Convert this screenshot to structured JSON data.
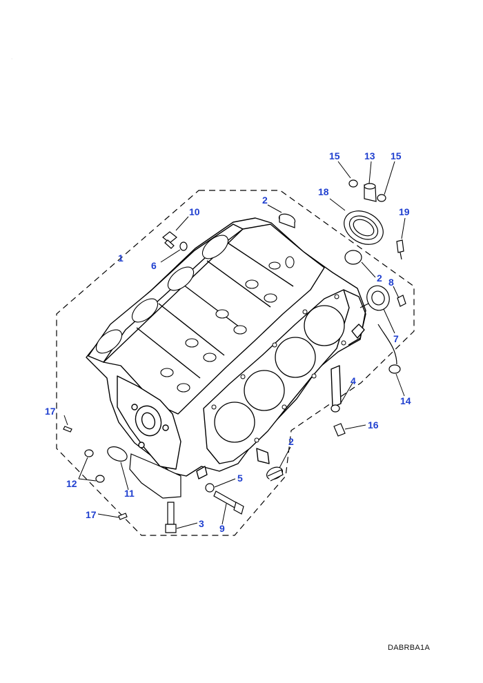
{
  "figure": {
    "reference_code": "DABRBA1A",
    "stray_mark": "·",
    "line_color": "#000000",
    "callout_color": "#1f3fcf"
  },
  "callouts": {
    "c1": "1",
    "c2_top": "2",
    "c2_right": "2",
    "c2_bottom": "2",
    "c3": "3",
    "c4": "4",
    "c5": "5",
    "c6": "6",
    "c7": "7",
    "c8": "8",
    "c9": "9",
    "c10": "10",
    "c11": "11",
    "c12": "12",
    "c13": "13",
    "c14": "14",
    "c15_left": "15",
    "c15_right": "15",
    "c16": "16",
    "c17_left": "17",
    "c17_bottom": "17",
    "c18": "18",
    "c19": "19"
  }
}
